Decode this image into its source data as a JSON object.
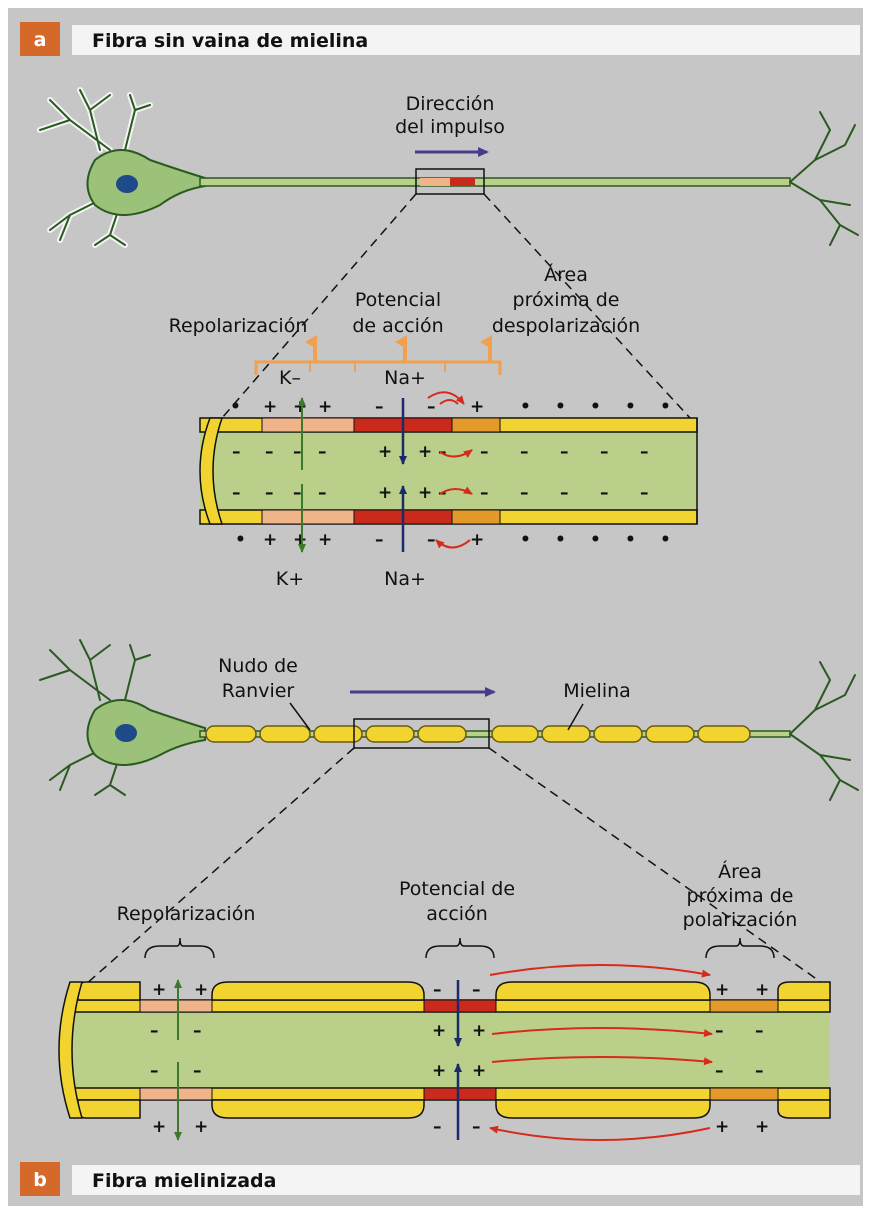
{
  "panel_a": {
    "badge": "a",
    "title": "Fibra sin vaina de mielina",
    "direction_line1": "Dirección",
    "direction_line2": "del impulso",
    "repolarization": "Repolarización",
    "action_line1": "Potencial",
    "action_line2": "de acción",
    "next_line1": "Área",
    "next_line2": "próxima de",
    "next_line3": "despolarización",
    "k_top": "K–",
    "na_top": "Na+",
    "k_bottom": "K+",
    "na_bottom": "Na+"
  },
  "panel_b": {
    "badge": "b",
    "title": "Fibra mielinizada",
    "node_line1": "Nudo de",
    "node_line2": "Ranvier",
    "myelin": "Mielina",
    "repolarization": "Repolarización",
    "action_line1": "Potencial de",
    "action_line2": "acción",
    "next_line1": "Área",
    "next_line2": "próxima de",
    "next_line3": "polarización"
  },
  "colors": {
    "background": "#c6c6c6",
    "badge": "#d4692a",
    "axoplasm": "#b9cf8a",
    "membrane": "#f2d430",
    "action_potential": "#c92a1c",
    "repolarized": "#f0b48a",
    "next_area": "#e39a2a",
    "impulse_arrow": "#4a3a8c",
    "orange_arrow": "#f0a050",
    "current_arrow": "#d82a1a",
    "k_arrow": "#3c7a2a",
    "soma": "#9cc27a",
    "nucleus": "#1f4a8a"
  }
}
